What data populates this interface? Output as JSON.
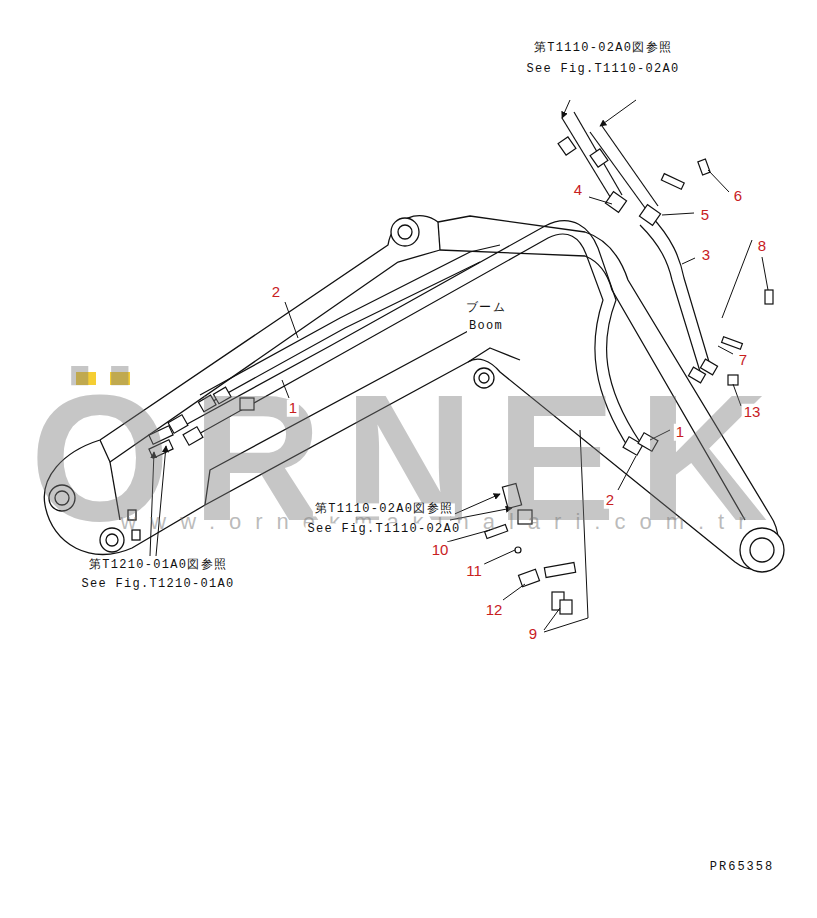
{
  "diagram": {
    "labels": [
      "第T1110-02A0図参照",
      "See Fig.T1110-02A0",
      "ブーム",
      "Boom",
      "2",
      "1",
      "4",
      "5",
      "6",
      "3",
      "8",
      "7",
      "13",
      "1",
      "2",
      "第T1110-02A0図参照",
      "See Fig.T1110-02A0",
      "10",
      "11",
      "12",
      "9",
      "第T1210-01A0図参照",
      "See Fig.T1210-01A0",
      "PR65358",
      "ÖRNEK",
      "www.ornekmakinalari.com.tr"
    ]
  }
}
